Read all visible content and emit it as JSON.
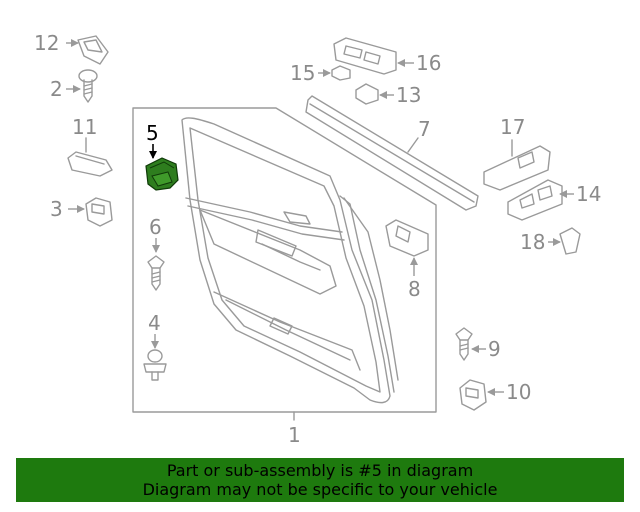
{
  "diagram": {
    "highlight_color": "#2e7d1e",
    "highlighted_part": "5",
    "callouts": [
      {
        "id": "1",
        "label": "1"
      },
      {
        "id": "2",
        "label": "2"
      },
      {
        "id": "3",
        "label": "3"
      },
      {
        "id": "4",
        "label": "4"
      },
      {
        "id": "5",
        "label": "5"
      },
      {
        "id": "6",
        "label": "6"
      },
      {
        "id": "7",
        "label": "7"
      },
      {
        "id": "8",
        "label": "8"
      },
      {
        "id": "9",
        "label": "9"
      },
      {
        "id": "10",
        "label": "10"
      },
      {
        "id": "11",
        "label": "11"
      },
      {
        "id": "12",
        "label": "12"
      },
      {
        "id": "13",
        "label": "13"
      },
      {
        "id": "14",
        "label": "14"
      },
      {
        "id": "15",
        "label": "15"
      },
      {
        "id": "16",
        "label": "16"
      },
      {
        "id": "17",
        "label": "17"
      },
      {
        "id": "18",
        "label": "18"
      }
    ]
  },
  "banner": {
    "line1": "Part or sub-assembly is #5 in diagram",
    "line2": "Diagram may not be specific to your vehicle",
    "background": "#1e7a0e"
  }
}
